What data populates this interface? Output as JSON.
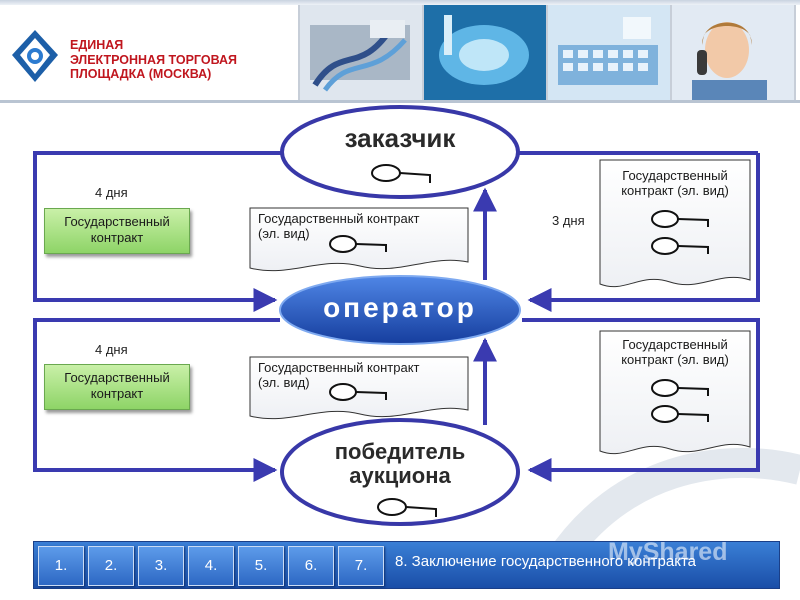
{
  "header": {
    "logo_lines": [
      "ЕДИНАЯ",
      "ЭЛЕКТРОННАЯ ТОРГОВАЯ",
      "ПЛОЩАДКА (МОСКВА)"
    ]
  },
  "diagram": {
    "nodes": {
      "customer": "заказчик",
      "operator": "оператор",
      "winner_line1": "победитель",
      "winner_line2": "аукциона"
    },
    "top": {
      "days_left": "4 дня",
      "green_doc_line1": "Государственный",
      "green_doc_line2": "контракт",
      "mid_doc_line1": "Государственный контракт",
      "mid_doc_line2": "(эл. вид)",
      "days_right": "3 дня",
      "right_doc_line1": "Государственный",
      "right_doc_line2": "контракт (эл. вид)"
    },
    "bottom": {
      "days_left": "4 дня",
      "green_doc_line1": "Государственный",
      "green_doc_line2": "контракт",
      "mid_doc_line1": "Государственный контракт",
      "mid_doc_line2": "(эл. вид)",
      "right_doc_line1": "Государственный",
      "right_doc_line2": "контракт (эл. вид)"
    }
  },
  "nav": {
    "steps": [
      "1.",
      "2.",
      "3.",
      "4.",
      "5.",
      "6.",
      "7."
    ],
    "title": "8. Заключение государственного контракта"
  },
  "watermark": "MyShared",
  "colors": {
    "arrow_blue": "#3a3ab0",
    "ellipse_border": "#3838a8",
    "operator_fill": "#2457c8",
    "nav_blue": "#2d68c4",
    "logo_red": "#c0161e"
  }
}
